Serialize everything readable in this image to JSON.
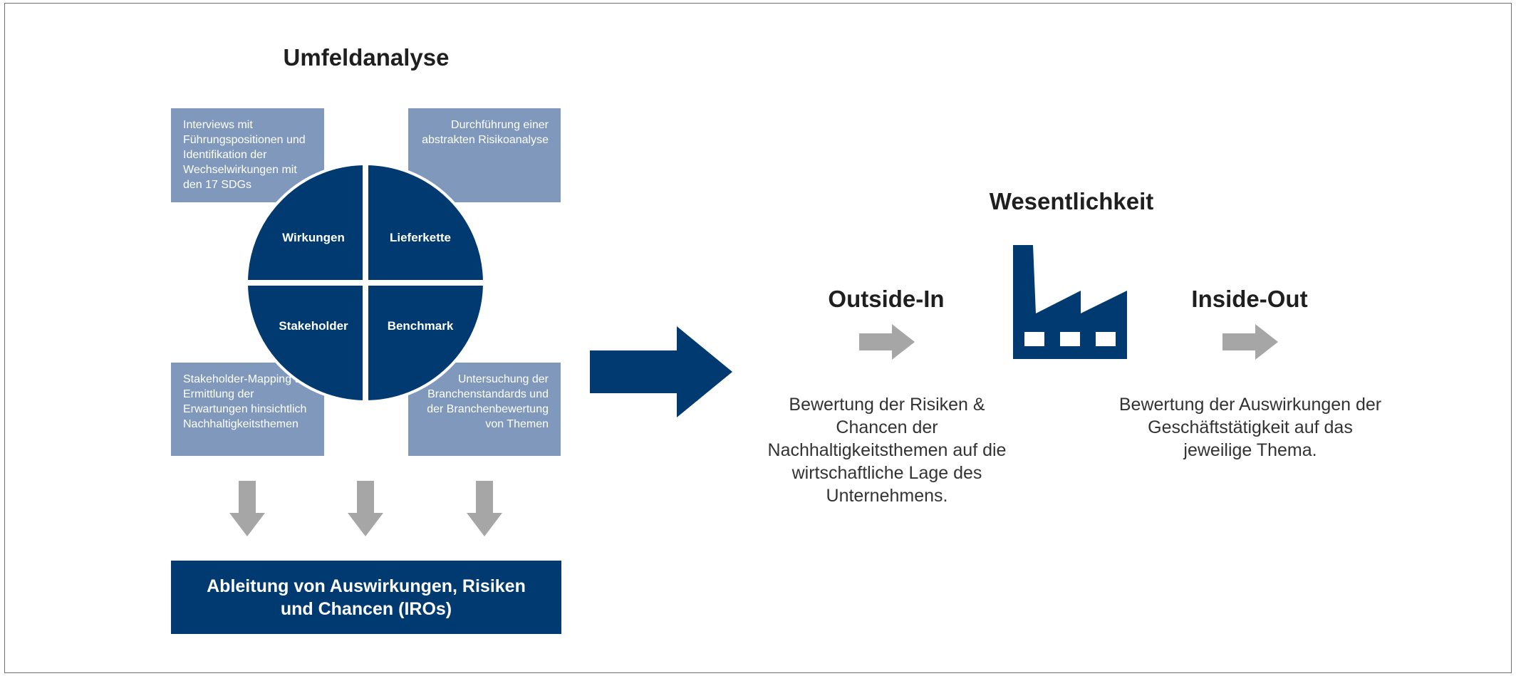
{
  "colors": {
    "navy": "#003a70",
    "light_blue": "#7f98bc",
    "gray_arrow": "#a6a6a6",
    "text": "#333333"
  },
  "umfeld": {
    "title": "Umfeldanalyse",
    "boxes": {
      "top_left": "Interviews mit Führungspositionen und Identifikation der Wechselwirkungen mit den 17 SDGs",
      "top_right": "Durchführung einer abstrakten Risikoanalyse",
      "bottom_left": "Stakeholder-Mapping und Ermittlung der Erwartungen hinsichtlich Nachhaltigkeitsthemen",
      "bottom_right": "Untersuchung der Branchenstandards und der Branchenbewertung von Themen"
    },
    "quadrants": {
      "top_left": "Wirkungen",
      "top_right": "Lieferkette",
      "bottom_left": "Stakeholder",
      "bottom_right": "Benchmark"
    },
    "result": "Ableitung von Auswirkungen, Risiken und Chancen (IROs)"
  },
  "wesentlichkeit": {
    "title": "Wesentlichkeit",
    "outside_in": {
      "title": "Outside-In",
      "description": "Bewertung der Risiken & Chancen der Nachhaltigkeitsthemen auf die wirtschaftliche Lage des Unternehmens."
    },
    "inside_out": {
      "title": "Inside-Out",
      "description": "Bewertung der Auswirkungen der Geschäftstätigkeit auf das jeweilige Thema."
    },
    "icon": "factory-icon"
  }
}
